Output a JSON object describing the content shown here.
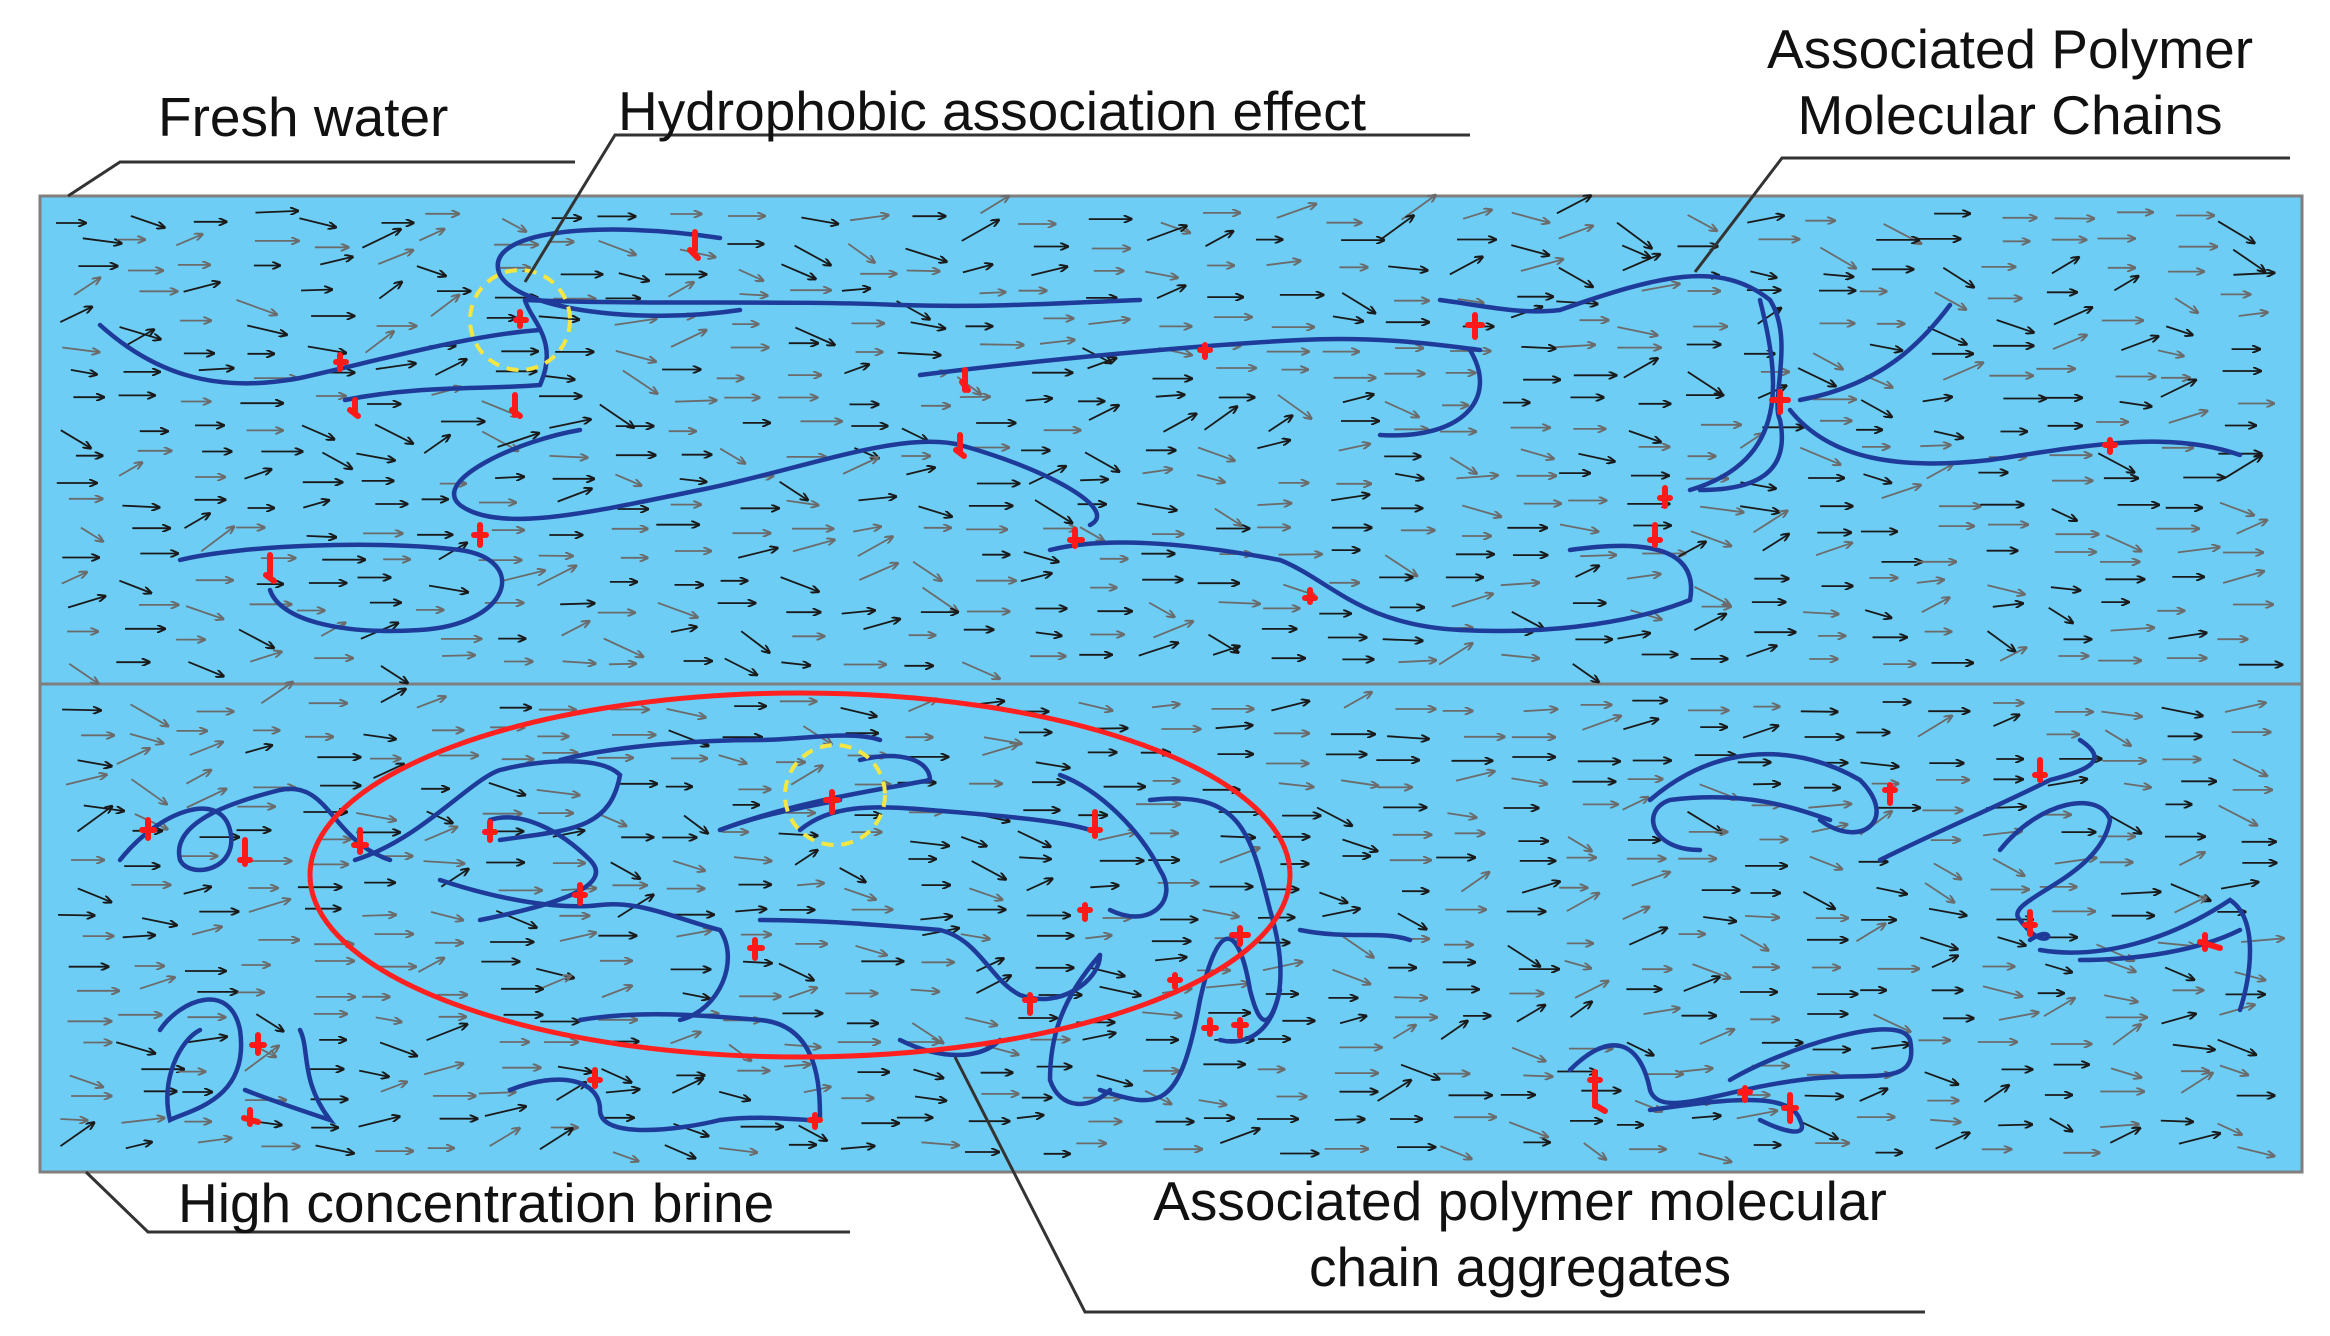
{
  "labels": {
    "fresh_water": "Fresh water",
    "hydrophobic_effect": "Hydrophobic association effect",
    "assoc_chains_line1": "Associated Polymer",
    "assoc_chains_line2": "Molecular Chains",
    "brine": "High concentration brine",
    "aggregates_line1": "Associated polymer molecular",
    "aggregates_line2": "chain aggregates"
  },
  "colors": {
    "water": "#6dcdf4",
    "panel_border": "#7f7f7f",
    "chain": "#1f3b9a",
    "association_point": "#ff1a1a",
    "aggregate_ring": "#ff2020",
    "highlight_ring": "#f5e642",
    "arrow_dark": "#1a1a1a",
    "arrow_grey": "#6b6b6b",
    "leader_line": "#333333"
  },
  "icons": {
    "flow": "arrow-right-icon",
    "association": "red-junction-marker"
  }
}
